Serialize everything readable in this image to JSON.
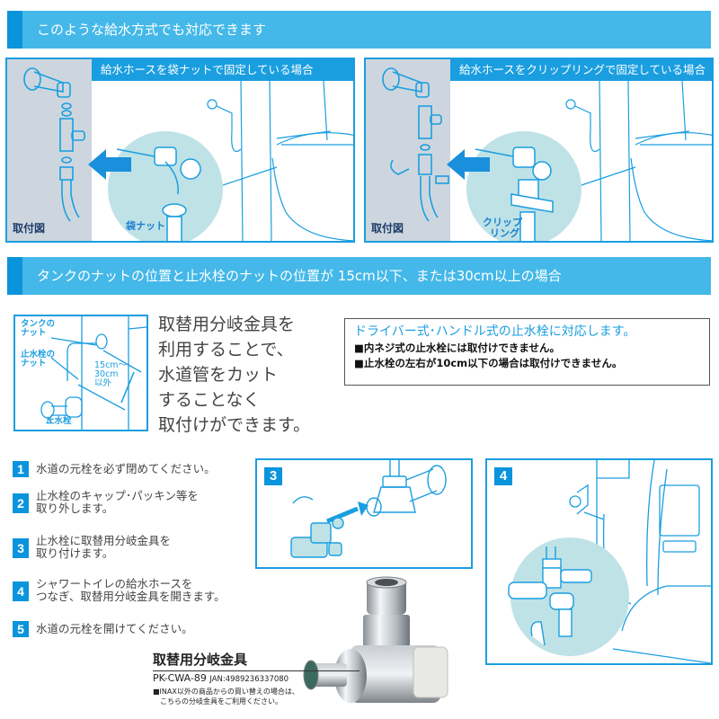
{
  "sections": {
    "banner1": {
      "title": "このような給水方式でも対応できます"
    },
    "banner2": {
      "title": "タンクのナットの位置と止水栓のナットの位置が 15cm以下、または30cm以上の場合"
    }
  },
  "panels": [
    {
      "title": "給水ホースを袋ナットで固定している場合",
      "side_label": "取付図",
      "callout": "袋ナット"
    },
    {
      "title": "給水ホースをクリップリングで固定している場合",
      "side_label": "取付図",
      "callout_line1": "クリップ",
      "callout_line2": "リング"
    }
  ],
  "diagram": {
    "tank_nut_line1": "タンクの",
    "tank_nut_line2": "ナット",
    "valve_nut_line1": "止水栓の",
    "valve_nut_line2": "ナット",
    "distance_line1": "15cm〜",
    "distance_line2": "30cm",
    "distance_line3": "以外",
    "valve": "止水栓"
  },
  "intro": {
    "lines": [
      "取替用分岐金具を",
      "利用することで、",
      "水道管をカット",
      "することなく",
      "取付けができます。"
    ]
  },
  "notice": {
    "headline": "ドライバー式･ハンドル式の止水栓に対応します。",
    "items": [
      "■内ネジ式の止水栓には取付けできません。",
      "■止水栓の左右が10cm以下の場合は取付けできません。"
    ]
  },
  "steps": [
    {
      "num": "1",
      "lines": [
        "水道の元栓を必ず閉めてください。"
      ]
    },
    {
      "num": "2",
      "lines": [
        "止水栓のキャップ･パッキン等を",
        "取り外します。"
      ]
    },
    {
      "num": "3",
      "lines": [
        "止水栓に取替用分岐金具を",
        "取り付けます。"
      ]
    },
    {
      "num": "4",
      "lines": [
        "シャワートイレの給水ホースを",
        "つなぎ、取替用分岐金具を開きます。"
      ]
    },
    {
      "num": "5",
      "lines": [
        "水道の元栓を開けてください。"
      ]
    }
  ],
  "figures": {
    "fig3": {
      "badge": "3"
    },
    "fig4": {
      "badge": "4"
    }
  },
  "product": {
    "name": "取替用分岐金具",
    "model": "PK-CWA-89",
    "jan": "JAN:4989236337080",
    "note_line1": "■INAX以外の商品からの買い替えの場合は、",
    "note_line2": "こちらの分岐金具をご利用ください。"
  },
  "colors": {
    "banner": "#44b8e8",
    "banner_accent": "#0a94dc",
    "panel_border": "#1a9ee0",
    "side_gray": "#cdd6de",
    "circle": "#bfe2e6"
  }
}
